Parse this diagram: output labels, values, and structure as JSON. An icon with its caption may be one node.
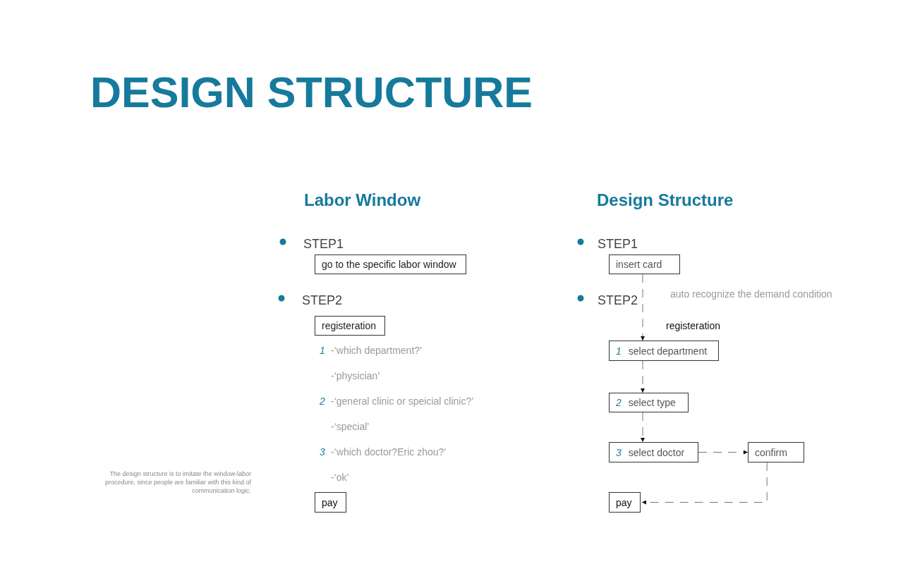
{
  "diagram": {
    "title": "DESIGN STRUCTURE",
    "nodes": [
      {
        "text": [
          "go to the specific labor window"
        ]
      },
      {
        "text": [
          "registeration"
        ]
      },
      {
        "text": [
          "pay"
        ]
      },
      {
        "text": [
          "insert card"
        ]
      },
      {
        "text": [
          "1",
          "select department"
        ]
      },
      {
        "text": [
          "2",
          "select type"
        ]
      },
      {
        "text": [
          "3",
          "select doctor"
        ]
      },
      {
        "text": [
          "confirm"
        ]
      },
      {
        "text": [
          "pay"
        ]
      }
    ],
    "edges": [
      {
        "from": 3,
        "to": 4,
        "arrow": "to",
        "style": "dashed"
      },
      {
        "from": 4,
        "to": 5,
        "arrow": "to",
        "style": "dashed"
      },
      {
        "from": 5,
        "to": 6,
        "arrow": "to",
        "style": "dashed"
      },
      {
        "from": 6,
        "to": 7,
        "arrow": "to",
        "style": "dashed"
      },
      {
        "from": 7,
        "to": 8,
        "arrow": "to",
        "style": "dashed"
      }
    ],
    "labels": [
      "Labor Window",
      "Design Structure",
      "STEP1",
      "STEP1",
      "STEP2",
      "STEP2",
      "auto recognize the demand condition",
      "registeration",
      "1",
      "-‘which department?’",
      "-‘physician’",
      "2",
      "-‘general clinic or speicial clinic?’",
      "-‘special’",
      "3",
      "-‘which doctor?Eric zhou?’",
      "The  design structure  is to imitate the window-labor procedure, since people are familiar with this kind of communication logic.",
      "-‘ok’"
    ]
  }
}
